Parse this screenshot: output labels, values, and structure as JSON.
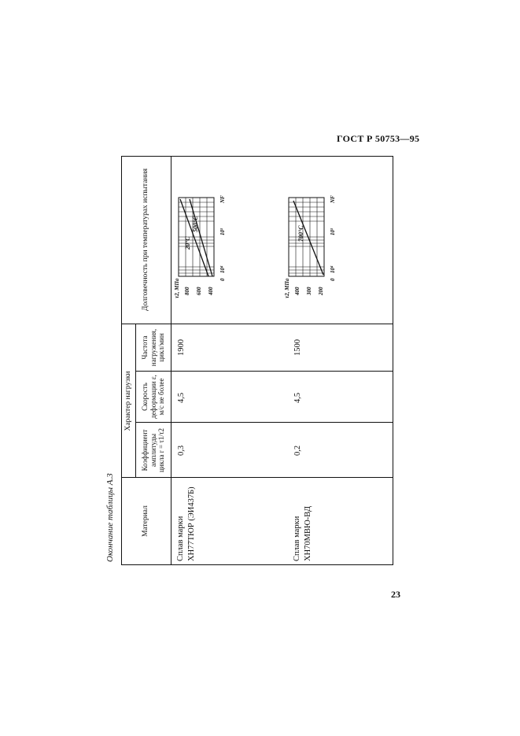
{
  "header": {
    "doc_code": "ГОСТ Р 50753—95"
  },
  "footer": {
    "page_number": "23"
  },
  "caption": "Окончание таблицы А.3",
  "table": {
    "headers": {
      "material": "Материал",
      "load_group": "Характер нагрузки",
      "coef": "Коэффициент амплитуды цикла r = τ1/τ2",
      "speed": "Скорость деформации ε, м/с не более",
      "freq": "Частота нагружения, цикл/мин",
      "durability": "Долговечность при температурах испытания"
    },
    "rows": [
      {
        "material": "Сплав марки ХН77ТЮР (ЭИ437Б)",
        "coef": "0,3",
        "speed": "4,5",
        "freq": "1900",
        "chart": {
          "y_label": "τ2, МПа",
          "y_ticks": [
            "800",
            "600",
            "400"
          ],
          "x_ticks": [
            "0",
            "10⁴",
            "10⁵"
          ],
          "x_label": "NF",
          "curves": [
            "20°C",
            "500°C"
          ]
        }
      },
      {
        "material": "Сплав марки ХН70МВЮ-ВД",
        "coef": "0,2",
        "speed": "4,5",
        "freq": "1500",
        "chart": {
          "y_label": "τ2, МПа",
          "y_ticks": [
            "400",
            "300",
            "200"
          ],
          "x_ticks": [
            "0",
            "10⁴",
            "10⁵"
          ],
          "x_label": "NF",
          "curves": [
            "700°C"
          ]
        }
      }
    ]
  }
}
